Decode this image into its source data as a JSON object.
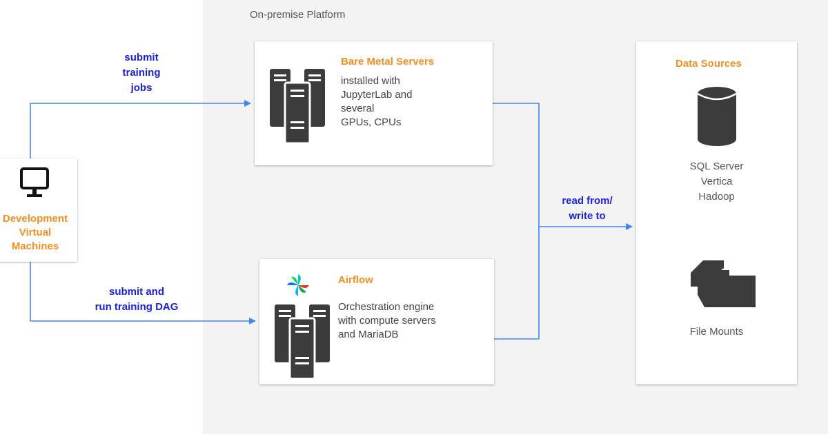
{
  "platform": {
    "title": "On-premise Platform"
  },
  "dev": {
    "lines": [
      "Development",
      "Virtual",
      "Machines"
    ]
  },
  "bare_metal": {
    "title": "Bare Metal Servers",
    "desc_lines": [
      "installed with",
      "JupyterLab and",
      "several",
      "GPUs, CPUs"
    ]
  },
  "airflow": {
    "title": "Airflow",
    "desc_lines": [
      "Orchestration engine",
      "with compute servers",
      "and MariaDB"
    ]
  },
  "data_sources": {
    "title": "Data Sources",
    "db_lines": [
      "SQL Server",
      "Vertica",
      "Hadoop"
    ],
    "files_label": "File Mounts"
  },
  "edges": {
    "submit_jobs": [
      "submit",
      "training",
      "jobs"
    ],
    "submit_dag": [
      "submit and",
      "run training DAG"
    ],
    "read_write": [
      "read from/",
      "write to"
    ]
  },
  "colors": {
    "accent_orange": "#f28f1f",
    "label_blue": "#1a21d6",
    "arrow_blue": "#4285f4",
    "icon_dark": "#3c3c3c"
  }
}
